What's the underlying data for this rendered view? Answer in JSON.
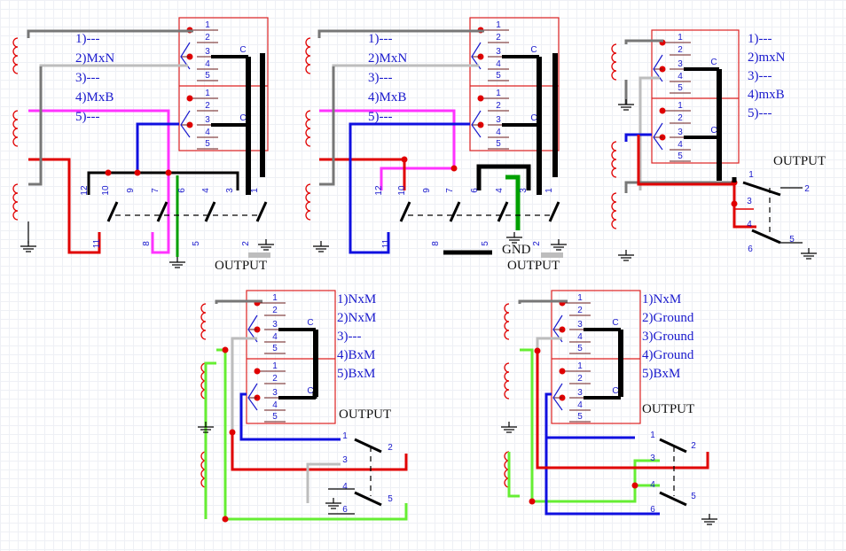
{
  "diagrams": [
    {
      "labels": [
        "1)---",
        "2)MxN",
        "3)---",
        "4)MxB",
        "5)---"
      ],
      "output": "OUTPUT",
      "gnd": ""
    },
    {
      "labels": [
        "1)---",
        "2)MxN",
        "3)---",
        "4)MxB",
        "5)---"
      ],
      "output": "OUTPUT",
      "gnd": "GND"
    },
    {
      "labels": [
        "1)---",
        "2)mxN",
        "3)---",
        "4)mxB",
        "5)---"
      ],
      "output": "OUTPUT",
      "gnd": ""
    },
    {
      "labels": [
        "1)NxM",
        "2)NxM",
        "3)---",
        "4)BxM",
        "5)BxM"
      ],
      "output": "OUTPUT",
      "gnd": ""
    },
    {
      "labels": [
        "1)NxM",
        "2)Ground",
        "3)Ground",
        "4)Ground",
        "5)BxM"
      ],
      "output": "OUTPUT",
      "gnd": ""
    }
  ],
  "switch_pins": [
    "1",
    "2",
    "3",
    "4",
    "5"
  ],
  "contact_label": "C",
  "switch12": [
    "12",
    "11",
    "10",
    "9",
    "8",
    "7",
    "6",
    "5",
    "4",
    "3",
    "2",
    "1"
  ],
  "switch6": [
    "1",
    "2",
    "3",
    "4",
    "5",
    "6"
  ],
  "colors": {
    "red": "#e00000",
    "gray": "#777777",
    "lightgray": "#bdbdbd",
    "pink": "#ff33ff",
    "blue": "#1010e0",
    "green": "#00a000",
    "lime": "#66ee33",
    "black": "#000000",
    "frame": "#dd2222"
  }
}
